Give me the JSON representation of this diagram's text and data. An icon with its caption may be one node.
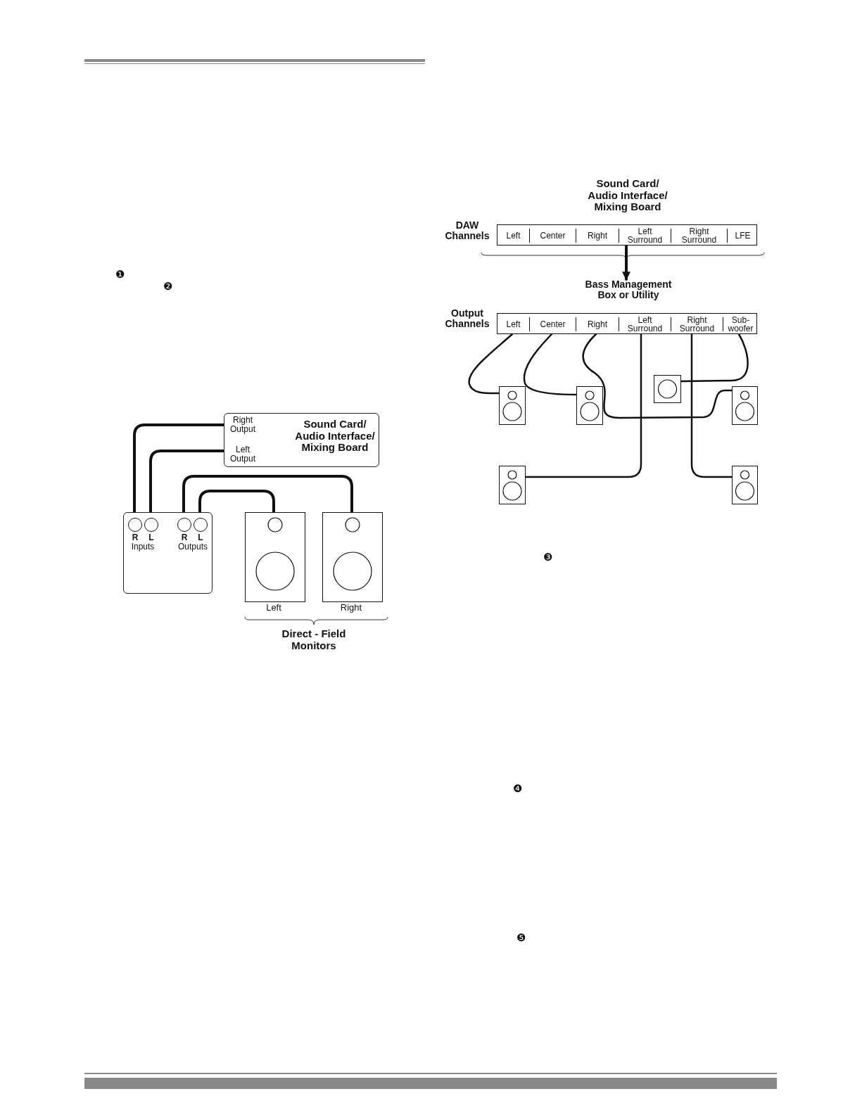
{
  "diagram": {
    "nodes": [
      {
        "text": [
          "Sound Card/ Audio Interface/ Mixing Board"
        ]
      },
      {
        "text": [
          "Right Output"
        ],
        "in": 0
      },
      {
        "text": [
          "Left Output"
        ],
        "in": 0
      },
      {
        "text": [],
        "shape": "box"
      },
      {
        "text": [],
        "shape": "circle",
        "in": 3,
        "beside": [
          "R"
        ]
      },
      {
        "text": [],
        "shape": "circle",
        "in": 3,
        "beside": [
          "L"
        ]
      },
      {
        "text": [],
        "shape": "circle",
        "in": 3,
        "beside": [
          "R"
        ]
      },
      {
        "text": [],
        "shape": "circle",
        "in": 3,
        "beside": [
          "L"
        ]
      },
      {
        "text": [],
        "shape": "speaker",
        "beside": [
          "Left"
        ]
      },
      {
        "text": [],
        "shape": "speaker",
        "beside": [
          "Right"
        ]
      },
      {
        "text": [
          "Sound Card/ Audio Interface/ Mixing Board",
          "DAW Channels"
        ]
      },
      {
        "text": [
          "Left"
        ],
        "in": 10
      },
      {
        "text": [
          "Center"
        ],
        "in": 10
      },
      {
        "text": [
          "Right"
        ],
        "in": 10
      },
      {
        "text": [
          "Left Surround"
        ],
        "in": 10
      },
      {
        "text": [
          "Right Surround"
        ],
        "in": 10
      },
      {
        "text": [
          "LFE"
        ],
        "in": 10
      },
      {
        "text": [
          "Bass Management Box or Utility",
          "Output Channels"
        ]
      },
      {
        "text": [
          "Left"
        ],
        "in": 17
      },
      {
        "text": [
          "Center"
        ],
        "in": 17
      },
      {
        "text": [
          "Right"
        ],
        "in": 17
      },
      {
        "text": [
          "Left Surround"
        ],
        "in": 17
      },
      {
        "text": [
          "Right Surround"
        ],
        "in": 17
      },
      {
        "text": [
          "Sub- woofer"
        ],
        "in": 17
      },
      {
        "text": [],
        "shape": "speaker"
      },
      {
        "text": [],
        "shape": "speaker"
      },
      {
        "text": [],
        "shape": "speaker"
      },
      {
        "text": [],
        "shape": "speaker"
      },
      {
        "text": [],
        "shape": "speaker"
      },
      {
        "text": [],
        "shape": "speaker"
      }
    ],
    "edges": [
      {
        "from": 1,
        "to": 4,
        "arrow": "none"
      },
      {
        "from": 2,
        "to": 5,
        "arrow": "none"
      },
      {
        "from": 6,
        "to": 9,
        "arrow": "none"
      },
      {
        "from": 7,
        "to": 8,
        "arrow": "none"
      },
      {
        "from": 10,
        "to": 17,
        "arrow": "to"
      },
      {
        "from": 18,
        "to": 24,
        "arrow": "none"
      },
      {
        "from": 19,
        "to": 25,
        "arrow": "none"
      },
      {
        "from": 20,
        "to": 27,
        "arrow": "none"
      },
      {
        "from": 21,
        "to": 28,
        "arrow": "none"
      },
      {
        "from": 22,
        "to": 29,
        "arrow": "none"
      },
      {
        "from": 23,
        "to": 26,
        "arrow": "none"
      }
    ],
    "labels": [
      "❶",
      "❷",
      "Inputs",
      "Outputs",
      "Direct - Field Monitors",
      "❸",
      "❹",
      "❺"
    ]
  }
}
